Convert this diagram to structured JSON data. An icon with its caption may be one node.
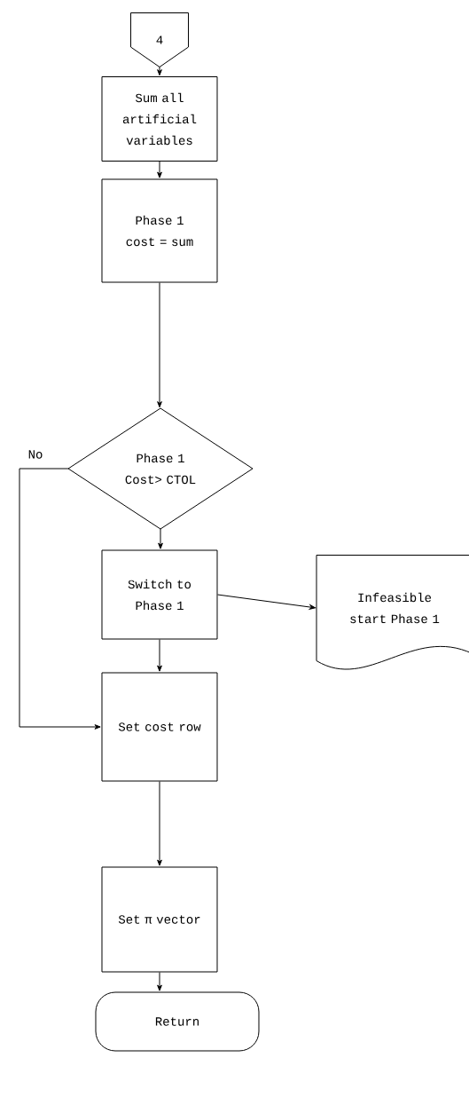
{
  "diagram": {
    "nodes": [
      {
        "text": [
          "4"
        ]
      },
      {
        "text": [
          "Sum all artificial variables"
        ]
      },
      {
        "text": [
          "Phase 1 cost = sum"
        ]
      },
      {
        "text": [
          "Phase 1 Cost> CTOL"
        ]
      },
      {
        "text": [
          "Switch to Phase 1"
        ]
      },
      {
        "text": [
          "Infeasible start Phase 1"
        ]
      },
      {
        "text": [
          "Set cost row"
        ]
      },
      {
        "text": [
          "Set π vector"
        ]
      },
      {
        "text": [
          "Return"
        ]
      }
    ],
    "edges": [
      {
        "from": 0,
        "to": 1,
        "arrow": "to"
      },
      {
        "from": 1,
        "to": 2,
        "arrow": "to"
      },
      {
        "from": 2,
        "to": 3,
        "arrow": "to"
      },
      {
        "from": 3,
        "to": 4,
        "arrow": "to"
      },
      {
        "from": 3,
        "to": 6,
        "arrow": "to",
        "label": "No"
      },
      {
        "from": 4,
        "to": 5,
        "arrow": "to"
      },
      {
        "from": 4,
        "to": 6,
        "arrow": "to"
      },
      {
        "from": 6,
        "to": 7,
        "arrow": "to"
      },
      {
        "from": 7,
        "to": 8,
        "arrow": "to"
      }
    ]
  }
}
